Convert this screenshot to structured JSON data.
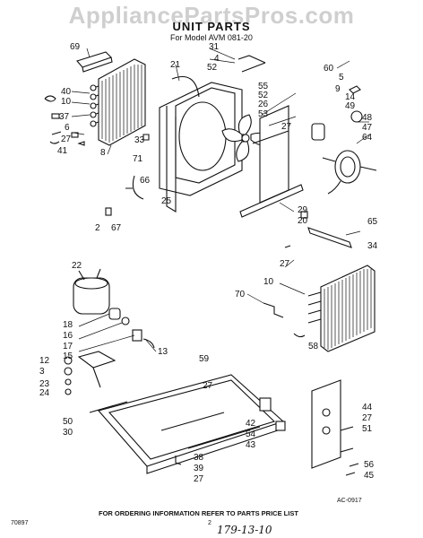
{
  "watermark": "AppliancePartsPros.com",
  "header": {
    "title": "UNIT PARTS",
    "subtitle": "For Model AVM 081-20"
  },
  "callouts": [
    "31",
    "4",
    "52",
    "21",
    "60",
    "5",
    "9",
    "14",
    "49",
    "69",
    "40",
    "10",
    "37",
    "6",
    "27",
    "41",
    "8",
    "33",
    "71",
    "66",
    "25",
    "55",
    "52",
    "26",
    "53",
    "27",
    "48",
    "47",
    "64",
    "2",
    "67",
    "29",
    "20",
    "65",
    "34",
    "27",
    "10",
    "70",
    "22",
    "18",
    "16",
    "17",
    "15",
    "13",
    "59",
    "58",
    "12",
    "3",
    "23",
    "24",
    "27",
    "50",
    "30",
    "42",
    "54",
    "43",
    "44",
    "27",
    "51",
    "56",
    "45",
    "38",
    "39",
    "27"
  ],
  "footer": {
    "code": "AC-0917",
    "order_info": "FOR ORDERING INFORMATION REFER TO PARTS PRICE LIST",
    "page": "2",
    "form": "70897",
    "handwritten": "179-13-10"
  }
}
